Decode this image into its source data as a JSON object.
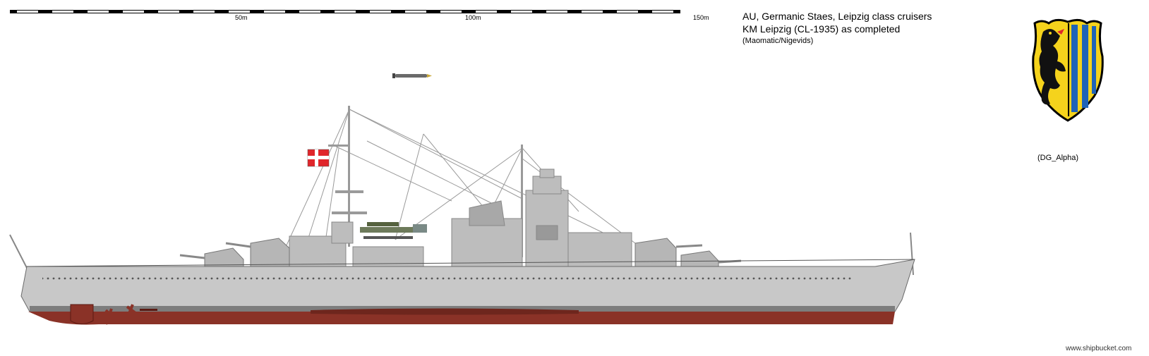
{
  "title": {
    "line1": "AU, Germanic Staes, Leipzig class cruisers",
    "line2": "KM Leipzig (CL-1935) as completed",
    "credit": "(Maomatic/Nigevids)"
  },
  "emblem_credit": "(DG_Alpha)",
  "watermark": "www.shipbucket.com",
  "scale": {
    "labels": [
      "50m",
      "100m",
      "150m"
    ]
  },
  "colors": {
    "hull_grey": "#c8c8c8",
    "superstructure_grey": "#bdbdbd",
    "deck_dark": "#8f8f8f",
    "antifouling_red": "#8a3227",
    "antifouling_dark": "#6e261d",
    "crest_yellow": "#f5d31c",
    "crest_blue": "#1f63b7",
    "flag_red": "#e0262b"
  },
  "icons": [
    "ship-profile",
    "coat-of-arms",
    "torpedo",
    "war-ensign-flag",
    "seaplane"
  ]
}
